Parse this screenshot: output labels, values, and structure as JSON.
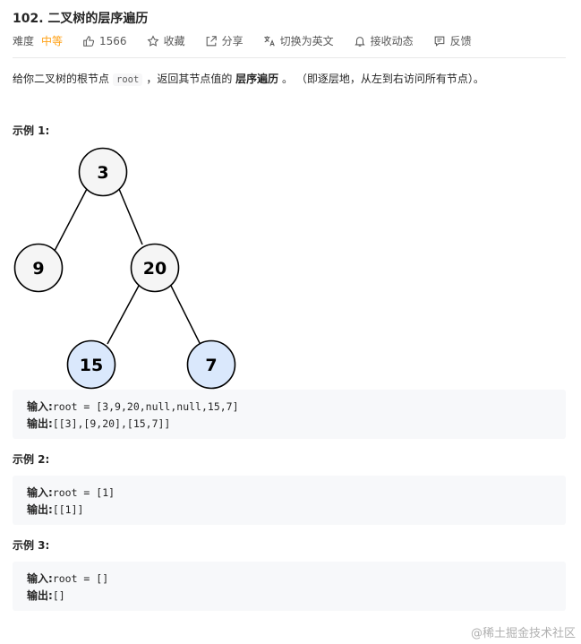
{
  "problem": {
    "title": "102. 二叉树的层序遍历",
    "difficulty_label": "难度",
    "difficulty": "中等",
    "likes": "1566",
    "favorite_label": "收藏",
    "share_label": "分享",
    "translate_label": "切换为英文",
    "follow_label": "接收动态",
    "feedback_label": "反馈"
  },
  "description": {
    "part1": "给你二叉树的根节点",
    "code": "root",
    "part2": "，返回其节点值的",
    "bold": "层序遍历",
    "part3": "。 （即逐层地，从左到右访问所有节点）。"
  },
  "examples": [
    {
      "title": "示例 1:",
      "input_label": "输入:",
      "input": "root = [3,9,20,null,null,15,7]",
      "output_label": "输出:",
      "output": "[[3],[9,20],[15,7]]"
    },
    {
      "title": "示例 2:",
      "input_label": "输入:",
      "input": "root = [1]",
      "output_label": "输出:",
      "output": "[[1]]"
    },
    {
      "title": "示例 3:",
      "input_label": "输入:",
      "input": "root = []",
      "output_label": "输出:",
      "output": "[]"
    }
  ],
  "tree": {
    "nodes": [
      {
        "value": "3",
        "highlight": false
      },
      {
        "value": "9",
        "highlight": false
      },
      {
        "value": "20",
        "highlight": false
      },
      {
        "value": "15",
        "highlight": true
      },
      {
        "value": "7",
        "highlight": true
      }
    ],
    "colors": {
      "normal": "#f5f5f5",
      "highlight": "#dae8fc",
      "stroke": "#000000"
    }
  },
  "watermark": "@稀土掘金技术社区"
}
